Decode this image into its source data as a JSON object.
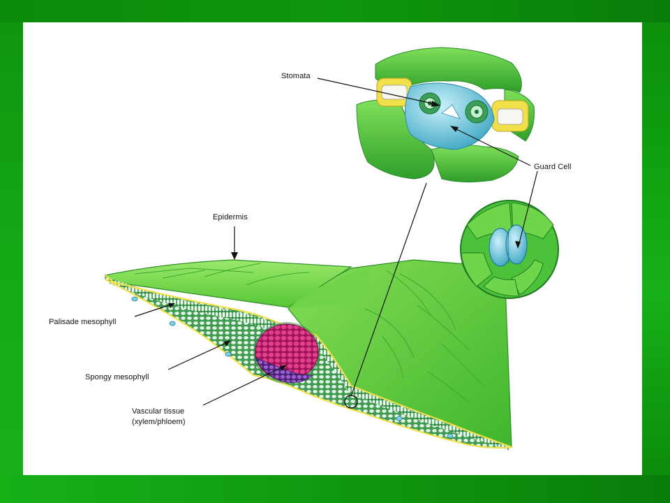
{
  "diagram": {
    "labels": {
      "stomata": "Stomata",
      "guard_cell": "Guard Cell",
      "epidermis": "Epidermis",
      "palisade": "Palisade mesophyll",
      "spongy": "Spongy mesophyll",
      "vascular_line1": "Vascular tissue",
      "vascular_line2": "(xylem/phloem)"
    },
    "colors": {
      "leaf": "#5fcf3a",
      "leaf_dark": "#2f9e2a",
      "xylem": "#d02c7c",
      "phloem": "#7a3fa8",
      "guard_cell": "#5ec3d8",
      "epidermis_yellow": "#f2e04a"
    }
  }
}
